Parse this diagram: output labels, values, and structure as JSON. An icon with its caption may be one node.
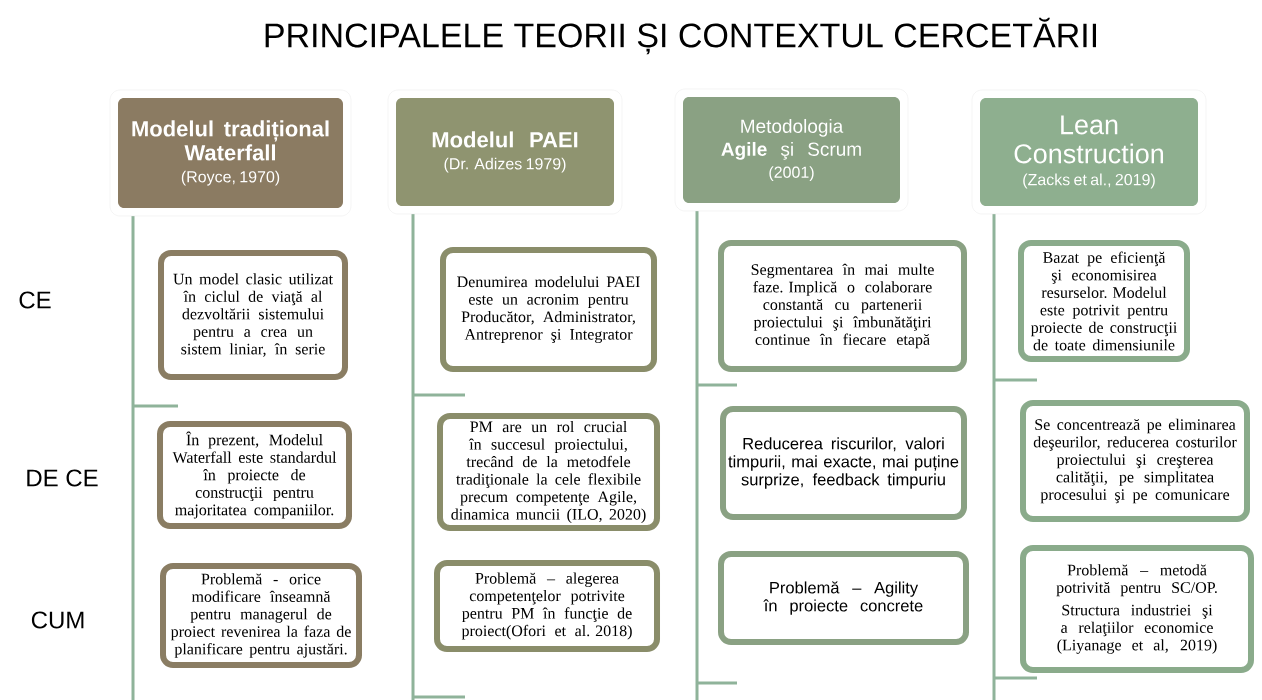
{
  "diagram": {
    "title": "PRINCIPALELE TEORII ȘI CONTEXTUL CERCETĂRII",
    "nodes": [
      {
        "text": [
          "Modelul tradițional Waterfall",
          "(Royce, 1970)"
        ]
      },
      {
        "text": [
          "Modelul PAEI",
          "(Dr. Adizes 1979)"
        ]
      },
      {
        "text": [
          "Metodologia **Agile** şi Scrum",
          "(2001)"
        ]
      },
      {
        "text": [
          "Lean Construction",
          "(Zacks et al., 2019)"
        ]
      },
      {
        "text": [
          "Un model clasic utilizat în ciclul de viaţă al dezvoltării sistemului pentru a crea un sistem liniar, în serie"
        ]
      },
      {
        "text": [
          "Denumirea modelului PAEI este un acronim pentru Producător, Administrator, Antreprenor şi Integrator"
        ]
      },
      {
        "text": [
          "Segmentarea în mai multe faze. Implică o colaborare constantă cu partenerii proiectului şi îmbunătăţiri continue în fiecare etapă"
        ]
      },
      {
        "text": [
          "Bazat pe eficienţă şi economisirea resurselor. Modelul este potrivit pentru proiecte de construcţii de toate dimensiunile"
        ]
      },
      {
        "text": [
          "În prezent, Modelul Waterfall este standardul în proiecte de construcţii pentru majoritatea companiilor."
        ]
      },
      {
        "text": [
          "PM are un rol crucial în succesul proiectului, trecând de la metodfele tradiţionale la cele flexibile precum competenţe Agile, dinamica muncii (ILO, 2020)"
        ]
      },
      {
        "text": [
          "Reducerea riscurilor, valori timpurii, mai exacte, mai puține surprize, feedback timpuriu"
        ]
      },
      {
        "text": [
          "Se concentrează pe eliminarea deşeurilor, reducerea costurilor proiectului şi creşterea calităţii, pe simplitatea procesului şi pe comunicare"
        ]
      },
      {
        "text": [
          "Problemă - orice modificare înseamnă pentru managerul de proiect revenirea la faza de planificare pentru ajustări."
        ]
      },
      {
        "text": [
          "Problemă – alegerea competenţelor potrivite pentru PM în funcţie de proiect(Ofori et al. 2018)"
        ]
      },
      {
        "text": [
          "Problemă – Agility în proiecte concrete"
        ]
      },
      {
        "text": [
          "Problemă – metodă potrivită pentru SC/OP.",
          "Structura industriei şi a relaţiilor economice (Liyanage et al, 2019)"
        ]
      }
    ],
    "labels": [
      "CE",
      "DE CE",
      "CUM"
    ]
  }
}
